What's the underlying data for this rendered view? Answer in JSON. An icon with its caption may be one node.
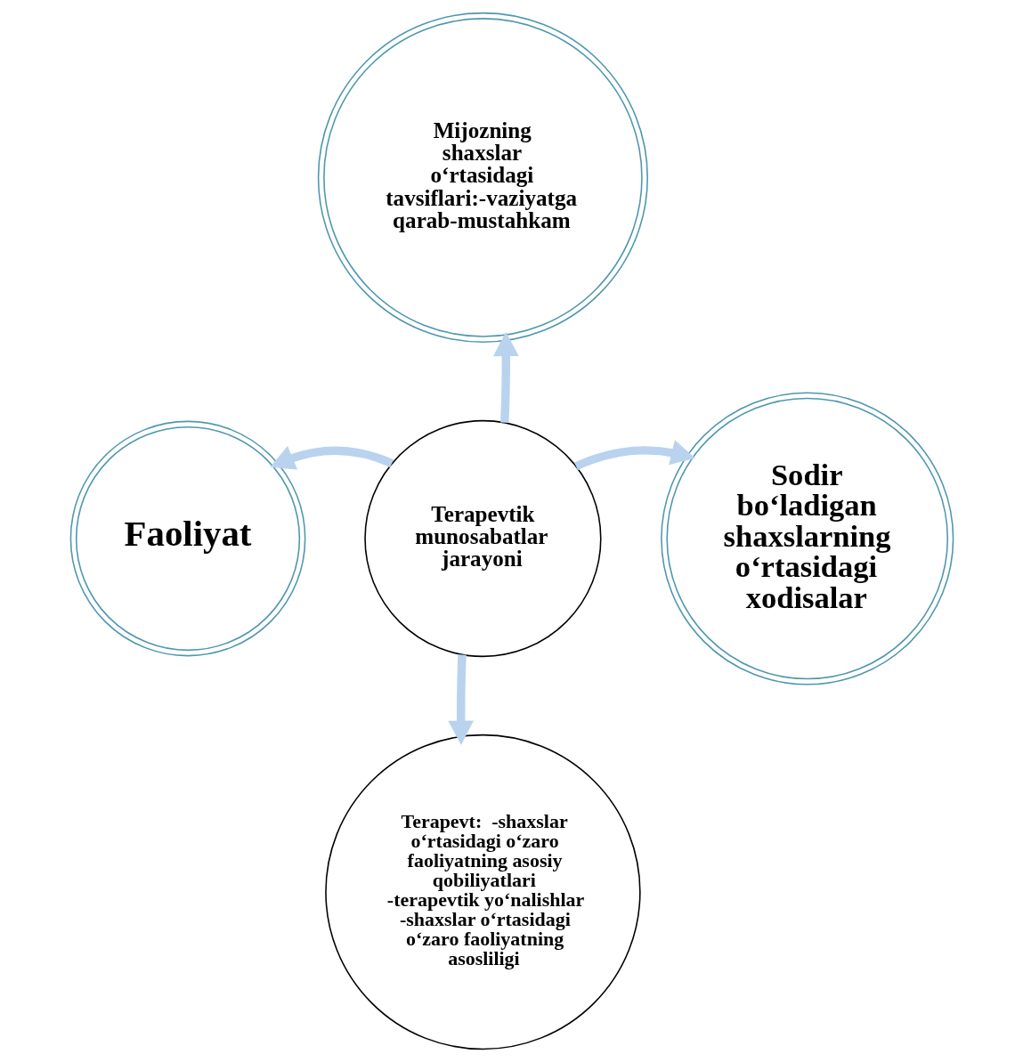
{
  "diagram": {
    "nodes": [
      {
        "text": [
          "Mijozning shaxslar o‘rtasidagi tavsiflari:-vaziyatga qarab-mustahkam"
        ]
      },
      {
        "text": [
          "Faoliyat"
        ]
      },
      {
        "text": [
          "Terapevtik munosabatlar jarayoni"
        ]
      },
      {
        "text": [
          "Sodir bo‘ladigan shaxslarning o‘rtasidagi xodisalar"
        ]
      },
      {
        "text": [
          "Terapevt:  -shaxslar o‘rtasidagi o‘zaro faoliyatning asosiy qobiliyatlari                 -terapevtik yo‘nalishlar -shaxslar o‘rtasidagi o‘zaro faoliyatning asosliligi"
        ]
      }
    ],
    "edges": [
      {
        "from": 2,
        "to": 0,
        "arrow": "to"
      },
      {
        "from": 2,
        "to": 1,
        "arrow": "to"
      },
      {
        "from": 2,
        "to": 3,
        "arrow": "to"
      },
      {
        "from": 2,
        "to": 4,
        "arrow": "to"
      }
    ]
  }
}
